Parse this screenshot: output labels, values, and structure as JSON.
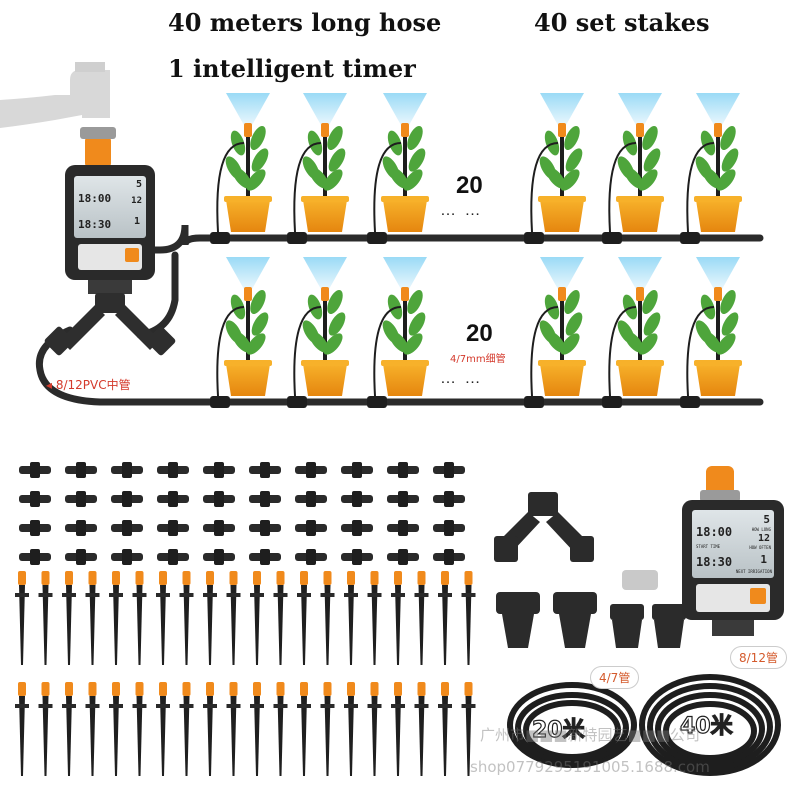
{
  "headline": {
    "hose": "40 meters long hose",
    "stakes": "40 set stakes",
    "timer": "1 intelligent   timer"
  },
  "rows": [
    {
      "count_label": "20",
      "ellipsis": "…   …"
    },
    {
      "count_label": "20",
      "ellipsis": "…   …",
      "tube_note": "4/7mm细管"
    }
  ],
  "main_pipe_label": "8/12PVC中管",
  "timer_display": {
    "time_top": "18:00",
    "day": "5",
    "how_long": "HOW LONG",
    "duration": "12",
    "how_often": "HOW OFTEN",
    "time_bottom": "18:30",
    "interval": "1",
    "next_label": "NEXT IRRIGATION",
    "start_time": "START TIME"
  },
  "hose_labels": {
    "thin": "4/7管",
    "main": "8/12管",
    "thin_length": "20米",
    "main_length": "40米"
  },
  "watermark": {
    "company": "广州市■■■新特园艺■■■公司",
    "shop": "shop0779295191005.1688.com"
  },
  "colors": {
    "orange": "#f08a1c",
    "dark": "#2a2a2a",
    "spray": "#7fcdf0",
    "leaf": "#4ea53b",
    "pot": "#f4a21c"
  },
  "icons": [
    "faucet-icon",
    "timer-icon",
    "y-splitter-icon",
    "sprinkler-icon",
    "potted-plant-icon",
    "stake-icon",
    "connector-icon",
    "hose-coil-icon"
  ]
}
